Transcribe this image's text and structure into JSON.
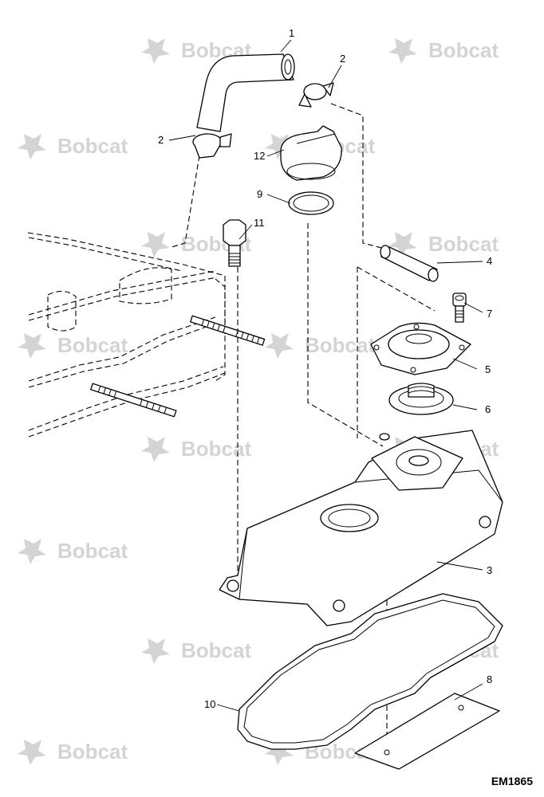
{
  "watermark": {
    "text": "Bobcat",
    "color": "#d4d4d4"
  },
  "drawing_code": "EM1865",
  "callouts": [
    {
      "id": "callout-1",
      "label": "1"
    },
    {
      "id": "callout-2a",
      "label": "2"
    },
    {
      "id": "callout-2b",
      "label": "2"
    },
    {
      "id": "callout-12",
      "label": "12"
    },
    {
      "id": "callout-9",
      "label": "9"
    },
    {
      "id": "callout-11",
      "label": "11"
    },
    {
      "id": "callout-4",
      "label": "4"
    },
    {
      "id": "callout-7",
      "label": "7"
    },
    {
      "id": "callout-5",
      "label": "5"
    },
    {
      "id": "callout-6",
      "label": "6"
    },
    {
      "id": "callout-3",
      "label": "3"
    },
    {
      "id": "callout-8",
      "label": "8"
    },
    {
      "id": "callout-10",
      "label": "10"
    }
  ]
}
